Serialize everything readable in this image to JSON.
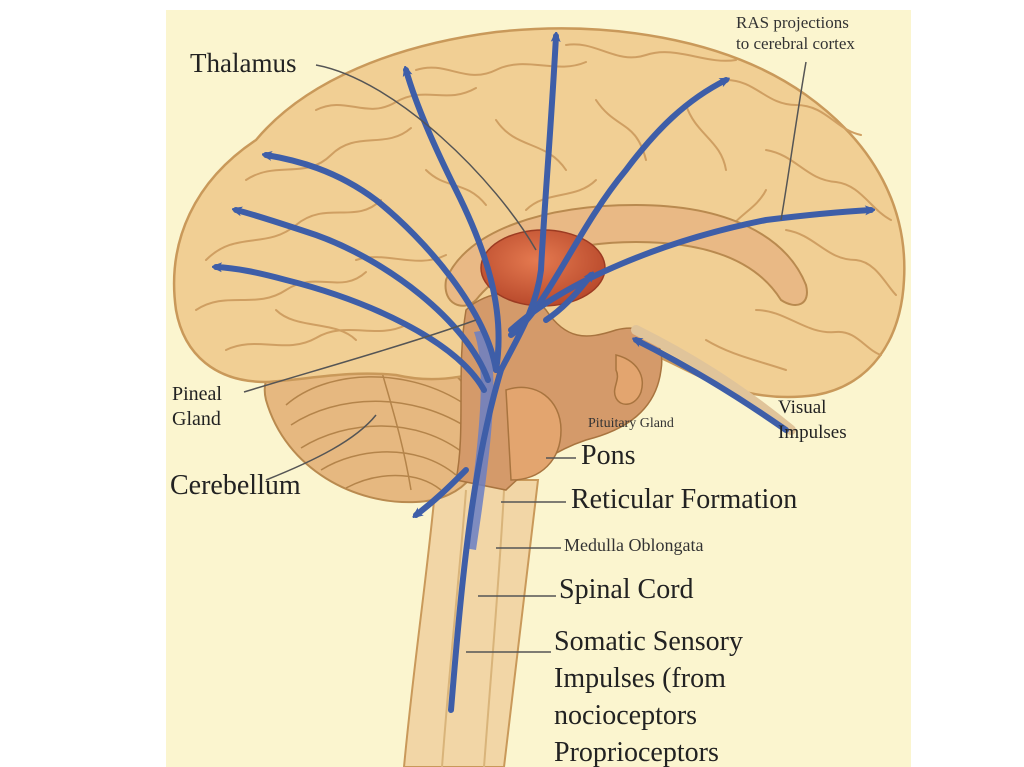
{
  "labels": {
    "thalamus": "Thalamus",
    "ras_projection": [
      "RAS projections",
      "to cerebral cortex"
    ],
    "pineal_gland": [
      "Pineal",
      "Gland"
    ],
    "cerebellum": "Cerebellum",
    "pituitary_gland": "Pituitary Gland",
    "visual_impulses": [
      "Visual",
      "Impulses"
    ],
    "pons": "Pons",
    "reticular_formation": "Reticular Formation",
    "medulla_oblongata": "Medulla Oblongata",
    "spinal_cord": "Spinal Cord",
    "somatic_sensory": [
      "Somatic Sensory",
      "Impulses (from",
      "nocioceptors",
      "Proprioceptors"
    ]
  },
  "colors": {
    "background": "#fbf5cf",
    "brain": "#f1cf94",
    "brain_outline": "#c9995a",
    "gyri": "#d4a86b",
    "thalamus": "#d2603c",
    "pathway": "#3e5ea8",
    "leader_line": "#555555"
  }
}
